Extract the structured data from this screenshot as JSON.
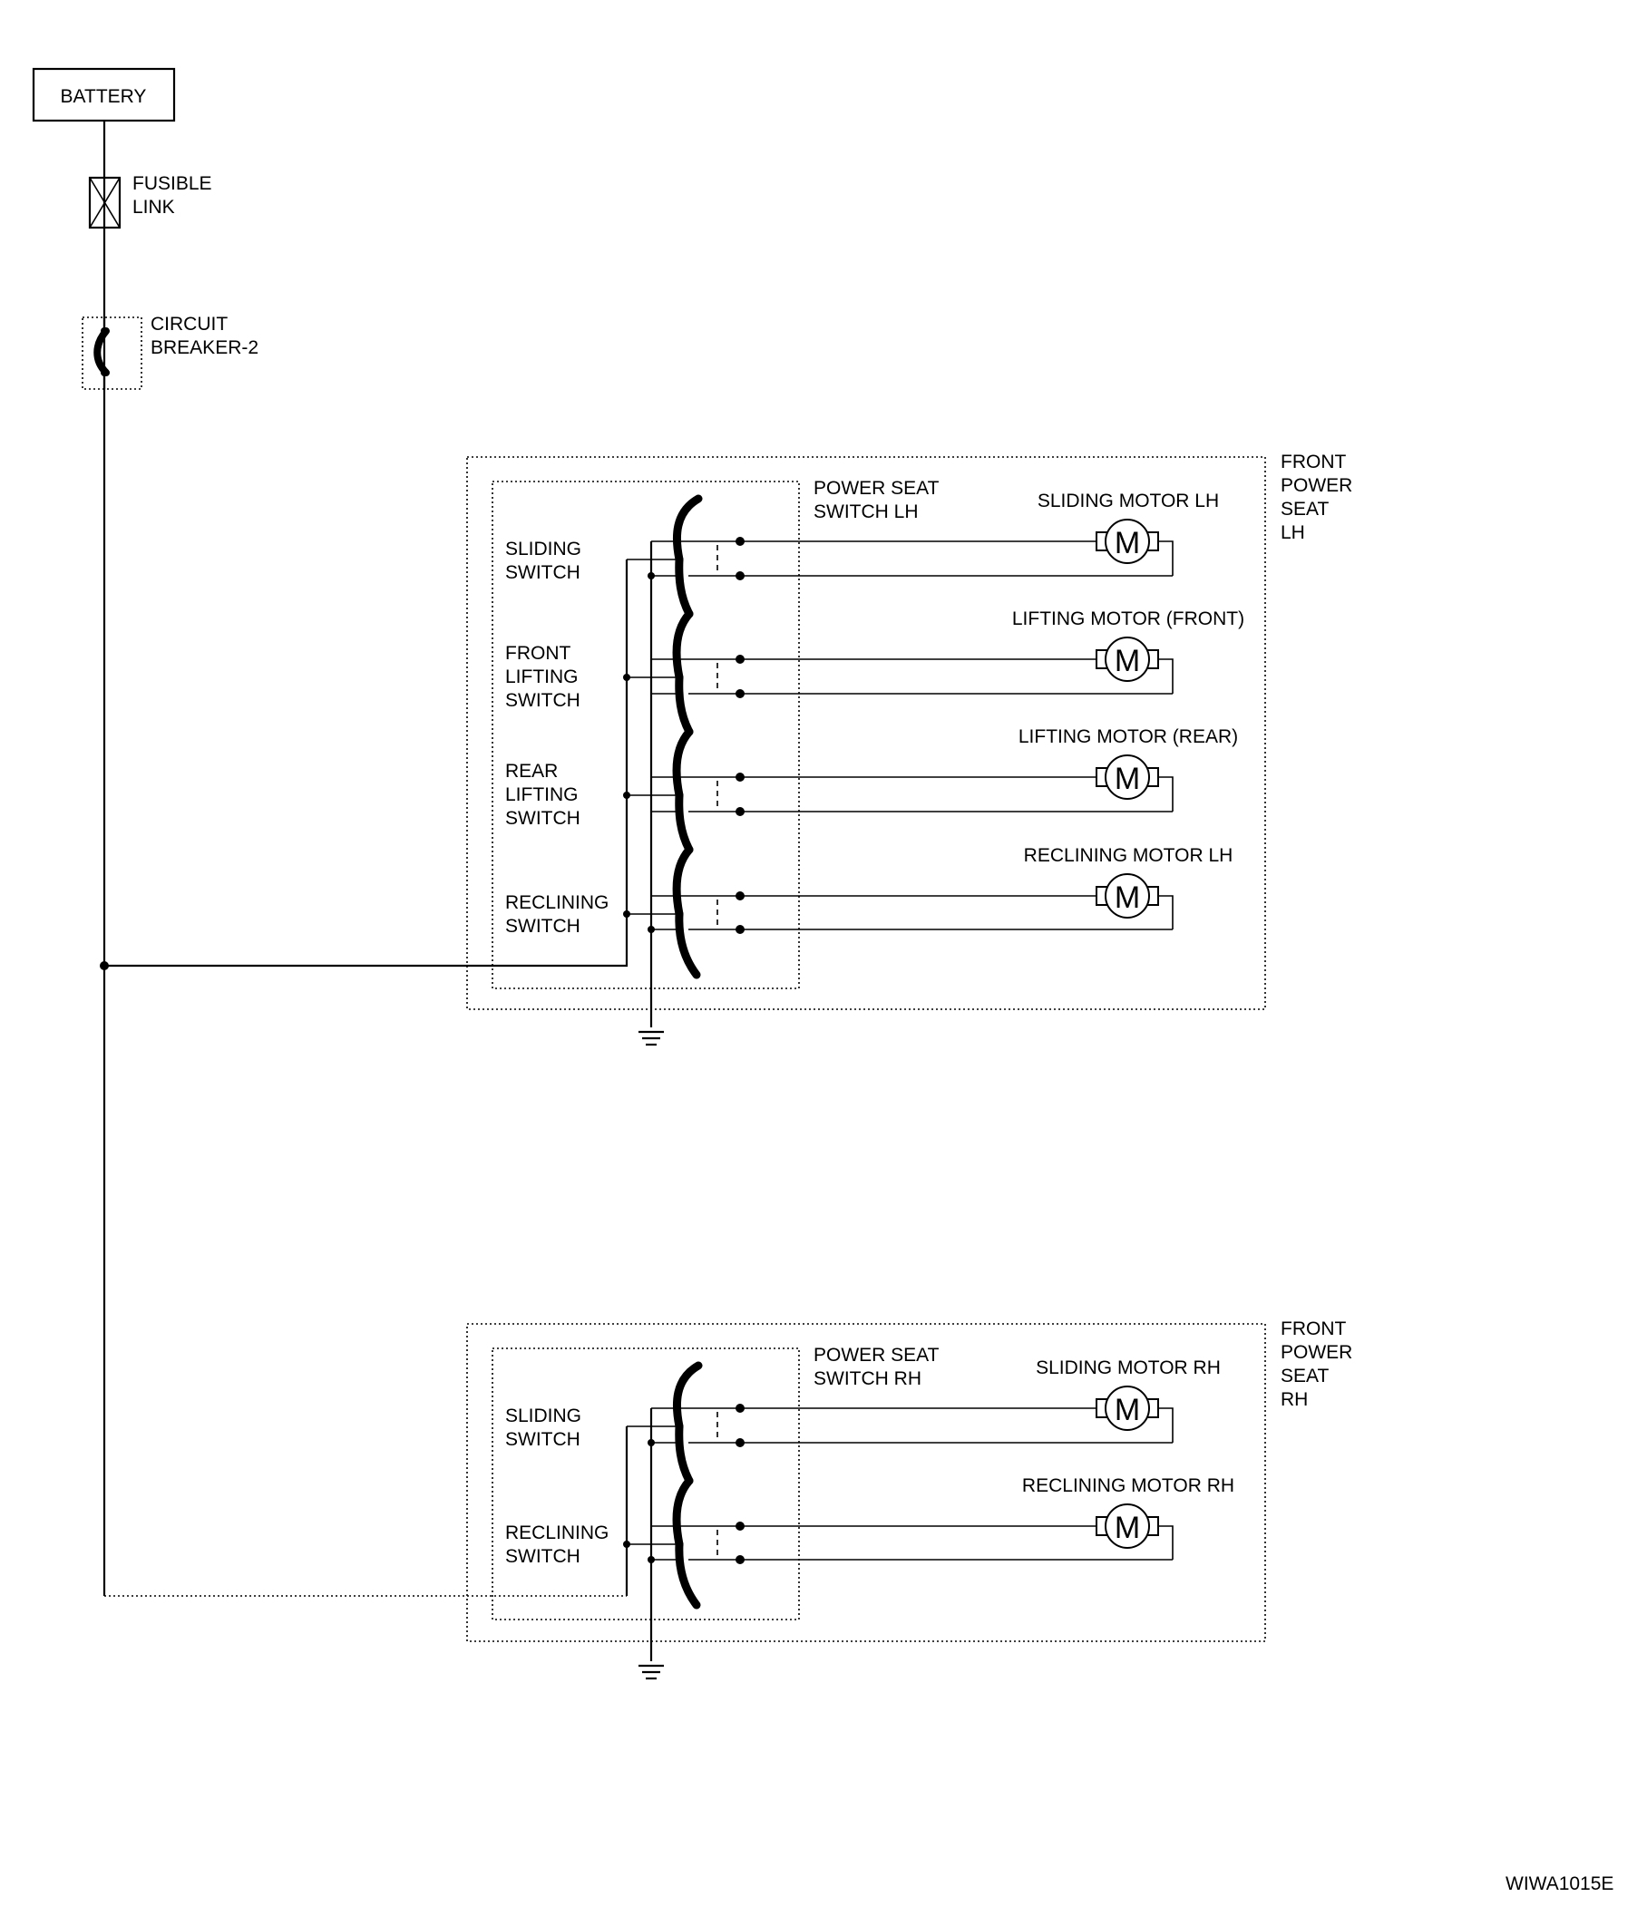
{
  "power": {
    "battery": "BATTERY",
    "fusible_link": [
      "FUSIBLE",
      "LINK"
    ],
    "circuit_breaker": [
      "CIRCUIT",
      "BREAKER-2"
    ]
  },
  "seats": [
    {
      "id": "lh",
      "unit_label": [
        "FRONT",
        "POWER",
        "SEAT",
        "LH"
      ],
      "switch_label": [
        "POWER SEAT",
        "SWITCH LH"
      ],
      "switches": [
        {
          "label": [
            "SLIDING",
            "SWITCH"
          ],
          "motor": "SLIDING MOTOR LH"
        },
        {
          "label": [
            "FRONT",
            "LIFTING",
            "SWITCH"
          ],
          "motor": "LIFTING MOTOR (FRONT)"
        },
        {
          "label": [
            "REAR",
            "LIFTING",
            "SWITCH"
          ],
          "motor": "LIFTING MOTOR (REAR)"
        },
        {
          "label": [
            "RECLINING",
            "SWITCH"
          ],
          "motor": "RECLINING MOTOR LH"
        }
      ]
    },
    {
      "id": "rh",
      "unit_label": [
        "FRONT",
        "POWER",
        "SEAT",
        "RH"
      ],
      "switch_label": [
        "POWER SEAT",
        "SWITCH RH"
      ],
      "switches": [
        {
          "label": [
            "SLIDING",
            "SWITCH"
          ],
          "motor": "SLIDING MOTOR RH"
        },
        {
          "label": [
            "RECLINING",
            "SWITCH"
          ],
          "motor": "RECLINING MOTOR RH"
        }
      ]
    }
  ],
  "motor_symbol": "M",
  "drawing_code": "WIWA1015E"
}
